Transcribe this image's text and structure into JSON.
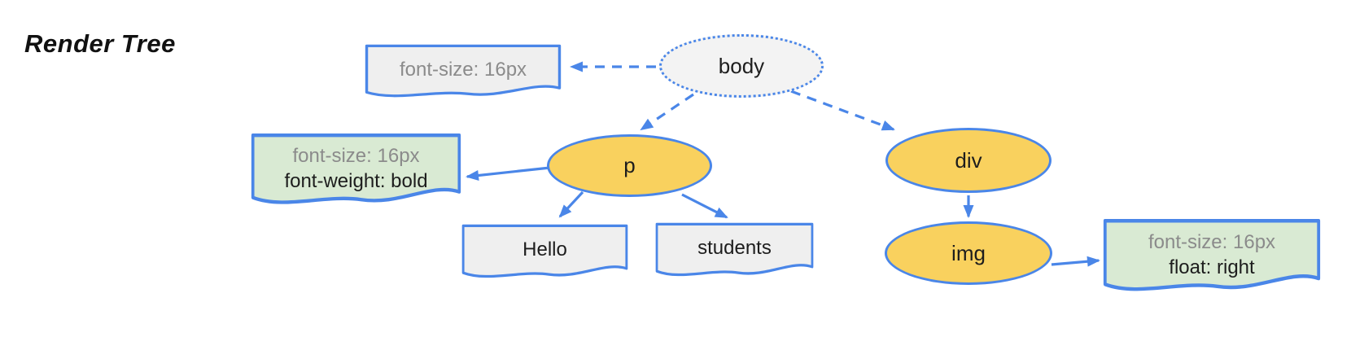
{
  "title": "Render Tree",
  "colors": {
    "accent_blue": "#4a86e8",
    "node_yellow": "#f9d15e",
    "note_green": "#d9ead3",
    "box_gray": "#efefef",
    "body_gray": "#f3f3f3",
    "muted_text": "#8b8b8b",
    "dark_text": "#1d1d1d"
  },
  "nodes": {
    "body": {
      "label": "body"
    },
    "p": {
      "label": "p"
    },
    "div": {
      "label": "div"
    },
    "img": {
      "label": "img"
    }
  },
  "style_boxes": {
    "body_style": {
      "line1": "font-size: 16px"
    },
    "p_style": {
      "line1": "font-size: 16px",
      "line2": "font-weight: bold"
    },
    "img_style": {
      "line1": "font-size: 16px",
      "line2": "float: right"
    }
  },
  "text_boxes": {
    "hello": {
      "label": "Hello"
    },
    "students": {
      "label": "students"
    }
  }
}
